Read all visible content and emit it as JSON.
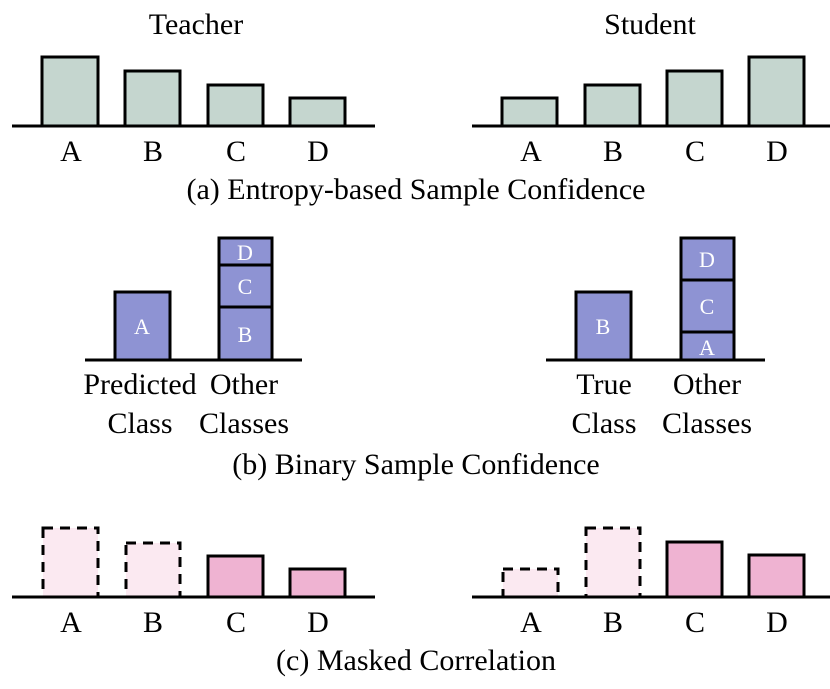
{
  "colors": {
    "red": "#ee1c1c",
    "green": "#1aa35a",
    "black": "#000000",
    "bar_gray": "#c5d6cf",
    "bar_blue": "#8e93d3",
    "bar_pink": "#efb3d2",
    "bar_pink_masked": "#fbe9f1"
  },
  "panel_a": {
    "teacher_title": "Teacher",
    "student_title": "Student",
    "teacher_labels": [
      {
        "text": "A",
        "color": "#ee1c1c"
      },
      {
        "text": "B",
        "color": "#1aa35a"
      },
      {
        "text": "C",
        "color": "#000000"
      },
      {
        "text": "D",
        "color": "#000000"
      }
    ],
    "student_labels": [
      {
        "text": "A",
        "color": "#000000"
      },
      {
        "text": "B",
        "color": "#1aa35a"
      },
      {
        "text": "C",
        "color": "#000000"
      },
      {
        "text": "D",
        "color": "#ee1c1c"
      }
    ],
    "caption": "(a) Entropy-based Sample Confidence"
  },
  "panel_b": {
    "left_single_inner": "A",
    "left_stack_inner": [
      "B",
      "C",
      "D"
    ],
    "left_label_1_line1": "Predicted",
    "left_label_1_line2": "Class",
    "left_label_2_line1": "Other",
    "left_label_2_line2": "Classes",
    "right_single_inner": "B",
    "right_stack_inner": [
      "A",
      "C",
      "D"
    ],
    "right_label_1_line1": "True",
    "right_label_1_line2": "Class",
    "right_label_2_line1": "Other",
    "right_label_2_line2": "Classes",
    "caption": "(b) Binary Sample Confidence"
  },
  "panel_c": {
    "left_labels": [
      "A",
      "B",
      "C",
      "D"
    ],
    "right_labels": [
      "A",
      "B",
      "C",
      "D"
    ],
    "caption": "(c) Masked Correlation"
  }
}
